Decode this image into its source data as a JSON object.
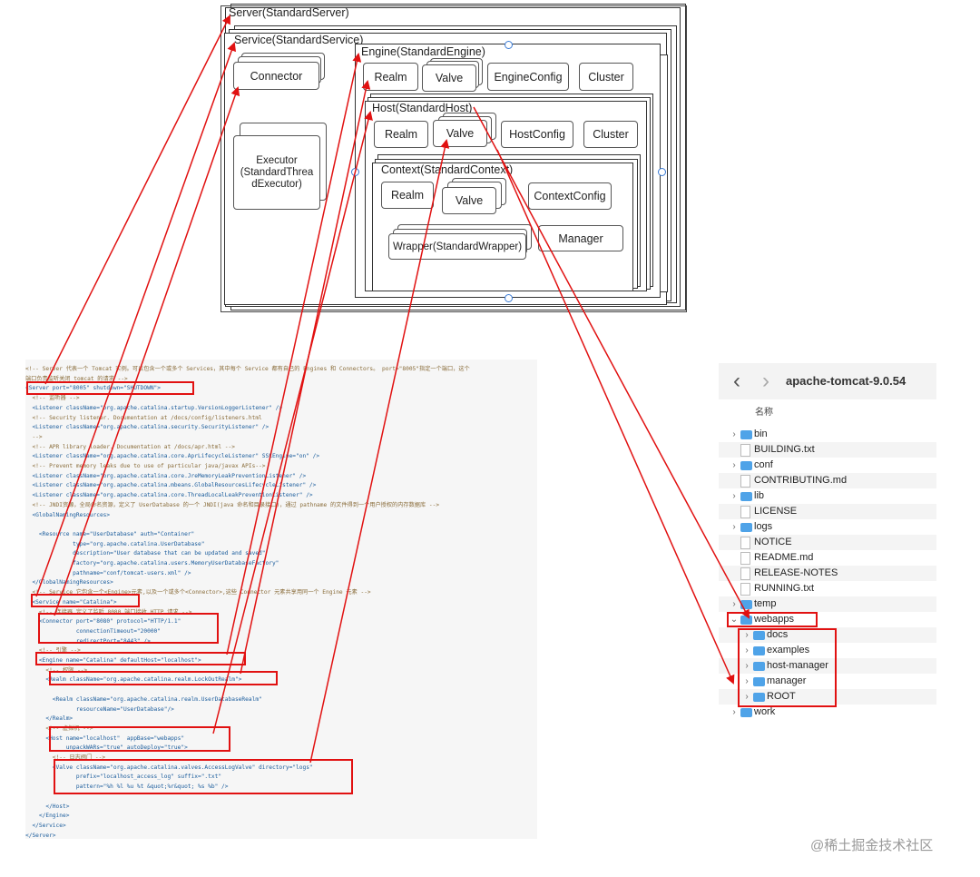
{
  "diagram": {
    "server": "Server(StandardServer)",
    "service": "Service(StandardService)",
    "connector": "Connector",
    "executor": "Executor\n(StandardThrea\ndExecutor)",
    "engine": "Engine(StandardEngine)",
    "engine_realm": "Realm",
    "engine_valve": "Valve",
    "engine_config": "EngineConfig",
    "engine_cluster": "Cluster",
    "host": "Host(StandardHost)",
    "host_realm": "Realm",
    "host_valve": "Valve",
    "host_config": "HostConfig",
    "host_cluster": "Cluster",
    "context": "Context(StandardContext)",
    "context_realm": "Realm",
    "context_valve": "Valve",
    "context_config": "ContextConfig",
    "wrapper": "Wrapper(StandardWrapper)",
    "manager": "Manager"
  },
  "code": {
    "lines": [
      {
        "text": "<!-- Server 代表一个 Tomcat 实例。可以包含一个或多个 Services，其中每个 Service 都有自己的 Engines 和 Connectors。 port=\"8005\"指定一个端口，这个",
        "cls": "c-comment"
      },
      {
        "text": "端口负责监听关闭 tomcat 的请求 -->",
        "cls": "c-comment"
      },
      {
        "text": "<Server port=\"8005\" shutdown=\"SHUTDOWN\">",
        "cls": "c-tag"
      },
      {
        "text": "  <!-- 监听器 -->",
        "cls": "c-comment"
      },
      {
        "text": "  <Listener className=\"org.apache.catalina.startup.VersionLoggerListener\" />",
        "cls": "c-tag"
      },
      {
        "text": "  <!-- Security listener. Documentation at /docs/config/listeners.html",
        "cls": "c-comment"
      },
      {
        "text": "  <Listener className=\"org.apache.catalina.security.SecurityListener\" />",
        "cls": "c-tag"
      },
      {
        "text": "  -->",
        "cls": "c-comment"
      },
      {
        "text": "  <!-- APR library loader. Documentation at /docs/apr.html -->",
        "cls": "c-comment"
      },
      {
        "text": "  <Listener className=\"org.apache.catalina.core.AprLifecycleListener\" SSLEngine=\"on\" />",
        "cls": "c-tag"
      },
      {
        "text": "  <!-- Prevent memory leaks due to use of particular java/javax APIs-->",
        "cls": "c-comment"
      },
      {
        "text": "  <Listener className=\"org.apache.catalina.core.JreMemoryLeakPreventionListener\" />",
        "cls": "c-tag"
      },
      {
        "text": "  <Listener className=\"org.apache.catalina.mbeans.GlobalResourcesLifecycleListener\" />",
        "cls": "c-tag"
      },
      {
        "text": "  <Listener className=\"org.apache.catalina.core.ThreadLocalLeakPreventionListener\" />",
        "cls": "c-tag"
      },
      {
        "text": "  <!-- JNDI资源，全局命名资源，定义了 UserDatabase 的一个 JNDI(java 命名和目录接口)，通过 pathname 的文件得到一个用户授权的内存数据库 -->",
        "cls": "c-comment"
      },
      {
        "text": "  <GlobalNamingResources>",
        "cls": "c-tag"
      },
      {
        "text": "",
        "cls": "c-plain"
      },
      {
        "text": "    <Resource name=\"UserDatabase\" auth=\"Container\"",
        "cls": "c-tag"
      },
      {
        "text": "              type=\"org.apache.catalina.UserDatabase\"",
        "cls": "c-tag"
      },
      {
        "text": "              description=\"User database that can be updated and saved\"",
        "cls": "c-tag"
      },
      {
        "text": "              factory=\"org.apache.catalina.users.MemoryUserDatabaseFactory\"",
        "cls": "c-tag"
      },
      {
        "text": "              pathname=\"conf/tomcat-users.xml\" />",
        "cls": "c-tag"
      },
      {
        "text": "  </GlobalNamingResources>",
        "cls": "c-tag"
      },
      {
        "text": "  <!-- Service 它包含一个<Engine>元素,以及一个或多个<Connector>,这些 Connector 元素共享用同一个 Engine 元素 -->",
        "cls": "c-comment"
      },
      {
        "text": "  <Service name=\"Catalina\">",
        "cls": "c-tag"
      },
      {
        "text": "    <!-- 连接器 定义了监听 8080 端口接收 HTTP 请求 -->",
        "cls": "c-comment"
      },
      {
        "text": "    <Connector port=\"8080\" protocol=\"HTTP/1.1\"",
        "cls": "c-tag"
      },
      {
        "text": "               connectionTimeout=\"20000\"",
        "cls": "c-tag"
      },
      {
        "text": "               redirectPort=\"8443\" />",
        "cls": "c-tag"
      },
      {
        "text": "    <!-- 引擎 -->",
        "cls": "c-comment"
      },
      {
        "text": "    <Engine name=\"Catalina\" defaultHost=\"localhost\">",
        "cls": "c-tag"
      },
      {
        "text": "      <!-- 权限 -->",
        "cls": "c-comment"
      },
      {
        "text": "      <Realm className=\"org.apache.catalina.realm.LockOutRealm\">",
        "cls": "c-tag"
      },
      {
        "text": "",
        "cls": "c-plain"
      },
      {
        "text": "        <Realm className=\"org.apache.catalina.realm.UserDatabaseRealm\"",
        "cls": "c-tag"
      },
      {
        "text": "               resourceName=\"UserDatabase\"/>",
        "cls": "c-tag"
      },
      {
        "text": "      </Realm>",
        "cls": "c-tag"
      },
      {
        "text": "      <!-- 虚拟机 -->",
        "cls": "c-comment"
      },
      {
        "text": "      <Host name=\"localhost\"  appBase=\"webapps\"",
        "cls": "c-tag"
      },
      {
        "text": "            unpackWARs=\"true\" autoDeploy=\"true\">",
        "cls": "c-tag"
      },
      {
        "text": "        <!-- 日志阀门 -->",
        "cls": "c-comment"
      },
      {
        "text": "        <Valve className=\"org.apache.catalina.valves.AccessLogValve\" directory=\"logs\"",
        "cls": "c-tag"
      },
      {
        "text": "               prefix=\"localhost_access_log\" suffix=\".txt\"",
        "cls": "c-tag"
      },
      {
        "text": "               pattern=\"%h %l %u %t &quot;%r&quot; %s %b\" />",
        "cls": "c-tag"
      },
      {
        "text": "",
        "cls": "c-plain"
      },
      {
        "text": "      </Host>",
        "cls": "c-tag"
      },
      {
        "text": "    </Engine>",
        "cls": "c-tag"
      },
      {
        "text": "  </Service>",
        "cls": "c-tag"
      },
      {
        "text": "</Server>",
        "cls": "c-tag"
      }
    ]
  },
  "finder": {
    "back_icon": "‹",
    "forward_icon": "›",
    "title": "apache-tomcat-9.0.54",
    "column_header": "名称",
    "rows": [
      {
        "name": "bin",
        "kind": "folder",
        "expand": "›",
        "indent": 0
      },
      {
        "name": "BUILDING.txt",
        "kind": "file",
        "expand": "",
        "indent": 0
      },
      {
        "name": "conf",
        "kind": "folder",
        "expand": "›",
        "indent": 0
      },
      {
        "name": "CONTRIBUTING.md",
        "kind": "file",
        "expand": "",
        "indent": 0
      },
      {
        "name": "lib",
        "kind": "folder",
        "expand": "›",
        "indent": 0
      },
      {
        "name": "LICENSE",
        "kind": "file",
        "expand": "",
        "indent": 0
      },
      {
        "name": "logs",
        "kind": "folder",
        "expand": "›",
        "indent": 0
      },
      {
        "name": "NOTICE",
        "kind": "file",
        "expand": "",
        "indent": 0
      },
      {
        "name": "README.md",
        "kind": "file",
        "expand": "",
        "indent": 0
      },
      {
        "name": "RELEASE-NOTES",
        "kind": "file",
        "expand": "",
        "indent": 0
      },
      {
        "name": "RUNNING.txt",
        "kind": "file",
        "expand": "",
        "indent": 0
      },
      {
        "name": "temp",
        "kind": "folder",
        "expand": "›",
        "indent": 0
      },
      {
        "name": "webapps",
        "kind": "folder",
        "expand": "⌄",
        "indent": 0
      },
      {
        "name": "docs",
        "kind": "folder",
        "expand": "›",
        "indent": 1
      },
      {
        "name": "examples",
        "kind": "folder",
        "expand": "›",
        "indent": 1
      },
      {
        "name": "host-manager",
        "kind": "folder",
        "expand": "›",
        "indent": 1
      },
      {
        "name": "manager",
        "kind": "folder",
        "expand": "›",
        "indent": 1
      },
      {
        "name": "ROOT",
        "kind": "folder",
        "expand": "›",
        "indent": 1
      },
      {
        "name": "work",
        "kind": "folder",
        "expand": "›",
        "indent": 0
      }
    ]
  },
  "watermark": "@稀土掘金技术社区",
  "colors": {
    "arrow": "#e11111",
    "folder": "#4fa3e8",
    "handle": "#3a7bd5"
  }
}
